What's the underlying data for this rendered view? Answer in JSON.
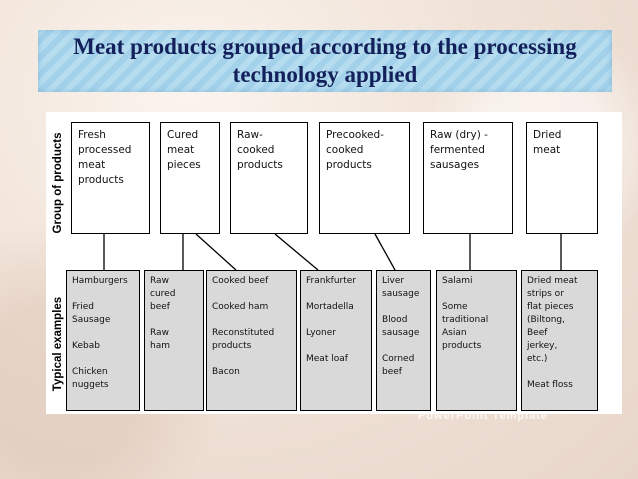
{
  "title": "Meat products grouped according to the processing technology applied",
  "labels": {
    "group": "Group of products",
    "examples": "Typical examples"
  },
  "groups": [
    "Fresh\nprocessed\nmeat\nproducts",
    "Cured\nmeat\npieces",
    "Raw-\ncooked\nproducts",
    "Precooked-\ncooked\nproducts",
    "Raw (dry) -\nfermented\nsausages",
    "Dried\nmeat"
  ],
  "examples": [
    "Hamburgers\n\nFried\nSausage\n\nKebab\n\nChicken\nnuggets",
    "Raw\ncured\nbeef\n\nRaw\nham",
    "Cooked beef\n\nCooked ham\n\nReconstituted\nproducts\n\nBacon",
    "Frankfurter\n\nMortadella\n\nLyoner\n\nMeat loaf",
    "Liver\nsausage\n\nBlood\nsausage\n\nCorned\nbeef",
    "Salami\n\nSome\ntraditional\nAsian\nproducts",
    "Dried meat\nstrips or\nflat pieces\n(Biltong,\nBeef\njerkey,\netc.)\n\nMeat floss"
  ],
  "watermark": "PowerPoint Template"
}
